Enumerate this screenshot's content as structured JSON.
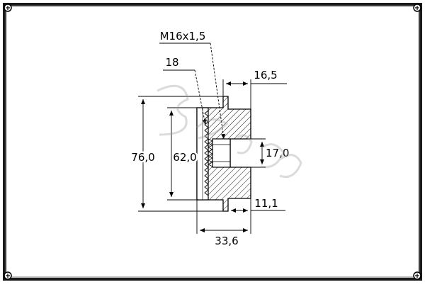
{
  "dimensions": {
    "thread": "M16x1,5",
    "teeth": "18",
    "width_top": "16,5",
    "outer_diameter": "76,0",
    "inner_diameter": "62,0",
    "bore_diameter": "17,0",
    "hub_offset": "11,1",
    "total_length": "33,6"
  },
  "watermark": "3Effe group"
}
